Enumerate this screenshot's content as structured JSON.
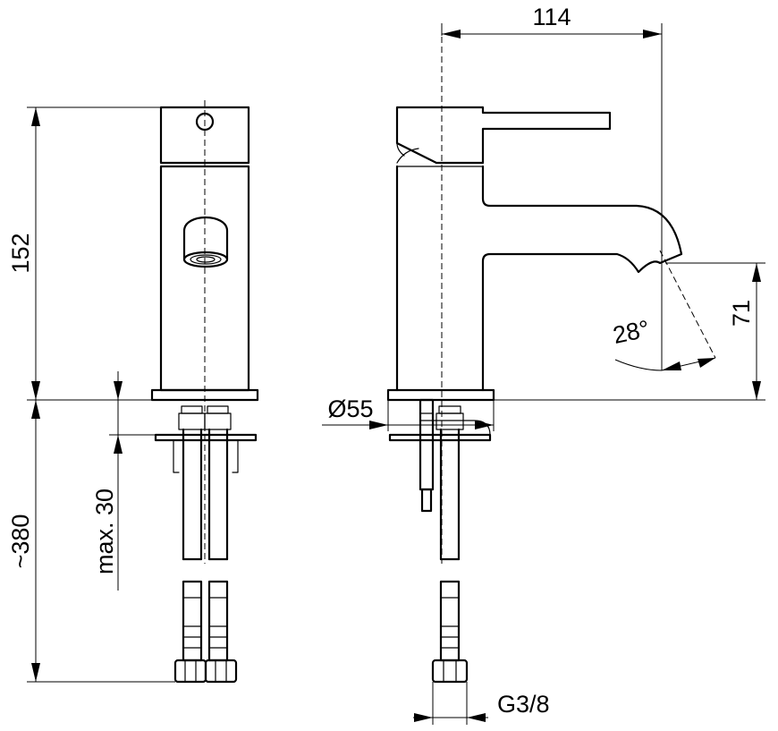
{
  "dimensions": {
    "total_height": "152",
    "hose_length": "~380",
    "max_deck_thickness": "max. 30",
    "reach": "114",
    "spout_height": "71",
    "spout_angle": "28°",
    "base_diameter": "Ø55",
    "hose_thread": "G3/8"
  }
}
